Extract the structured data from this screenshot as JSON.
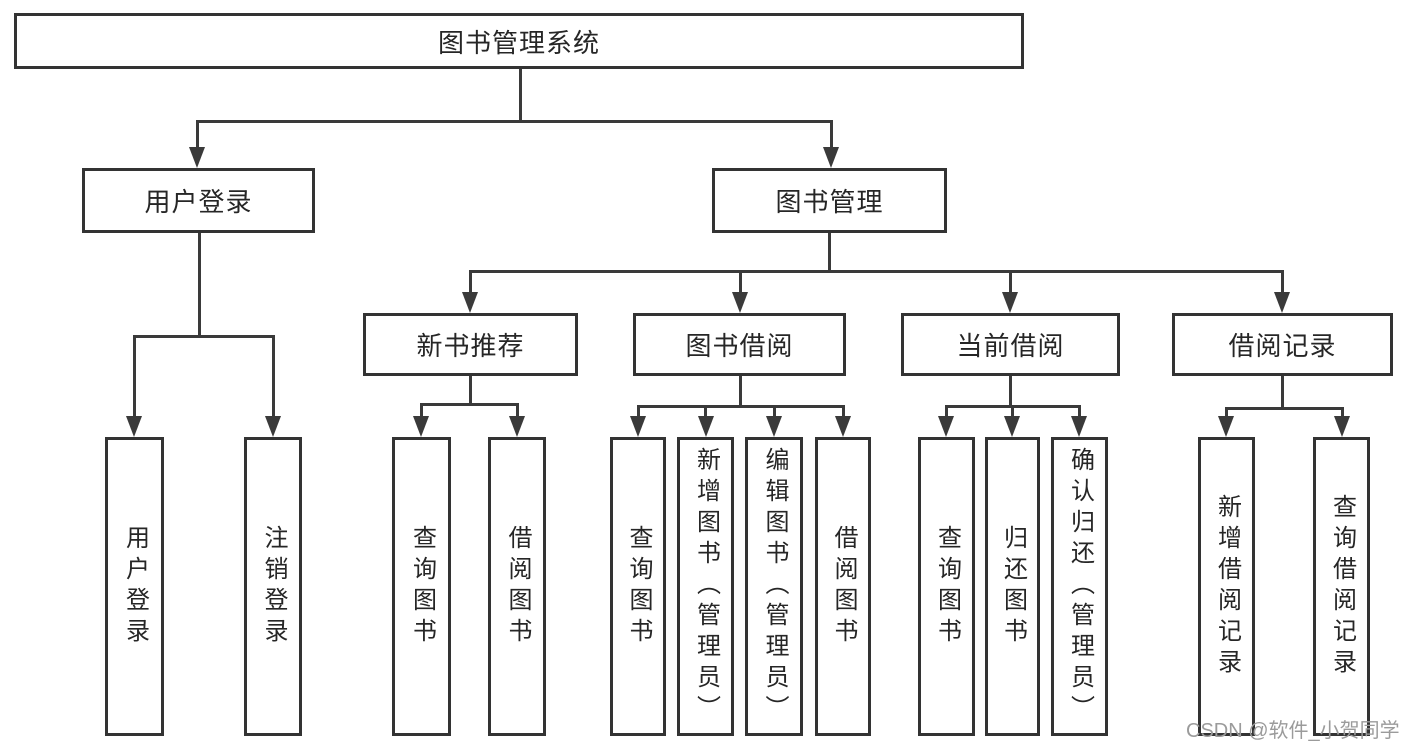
{
  "diagram": {
    "root": "图书管理系统",
    "level2": [
      "用户登录",
      "图书管理"
    ],
    "level3": [
      "新书推荐",
      "图书借阅",
      "当前借阅",
      "借阅记录"
    ],
    "level4": {
      "user_login": [
        "用户登录",
        "注销登录"
      ],
      "new_book": [
        "查询图书",
        "借阅图书"
      ],
      "book_borrow": [
        "查询图书",
        "新增图书（管理员）",
        "编辑图书（管理员）",
        "借阅图书"
      ],
      "current_borrow": [
        "查询图书",
        "归还图书",
        "确认归还（管理员）"
      ],
      "borrow_record": [
        "新增借阅记录",
        "查询借阅记录"
      ]
    },
    "colors": {
      "line": "#3a3a3a",
      "box_border": "#333333",
      "text": "#262626",
      "background": "#ffffff",
      "watermark": "#9b9b9b"
    }
  },
  "watermark": "CSDN @软件_小贺同学"
}
